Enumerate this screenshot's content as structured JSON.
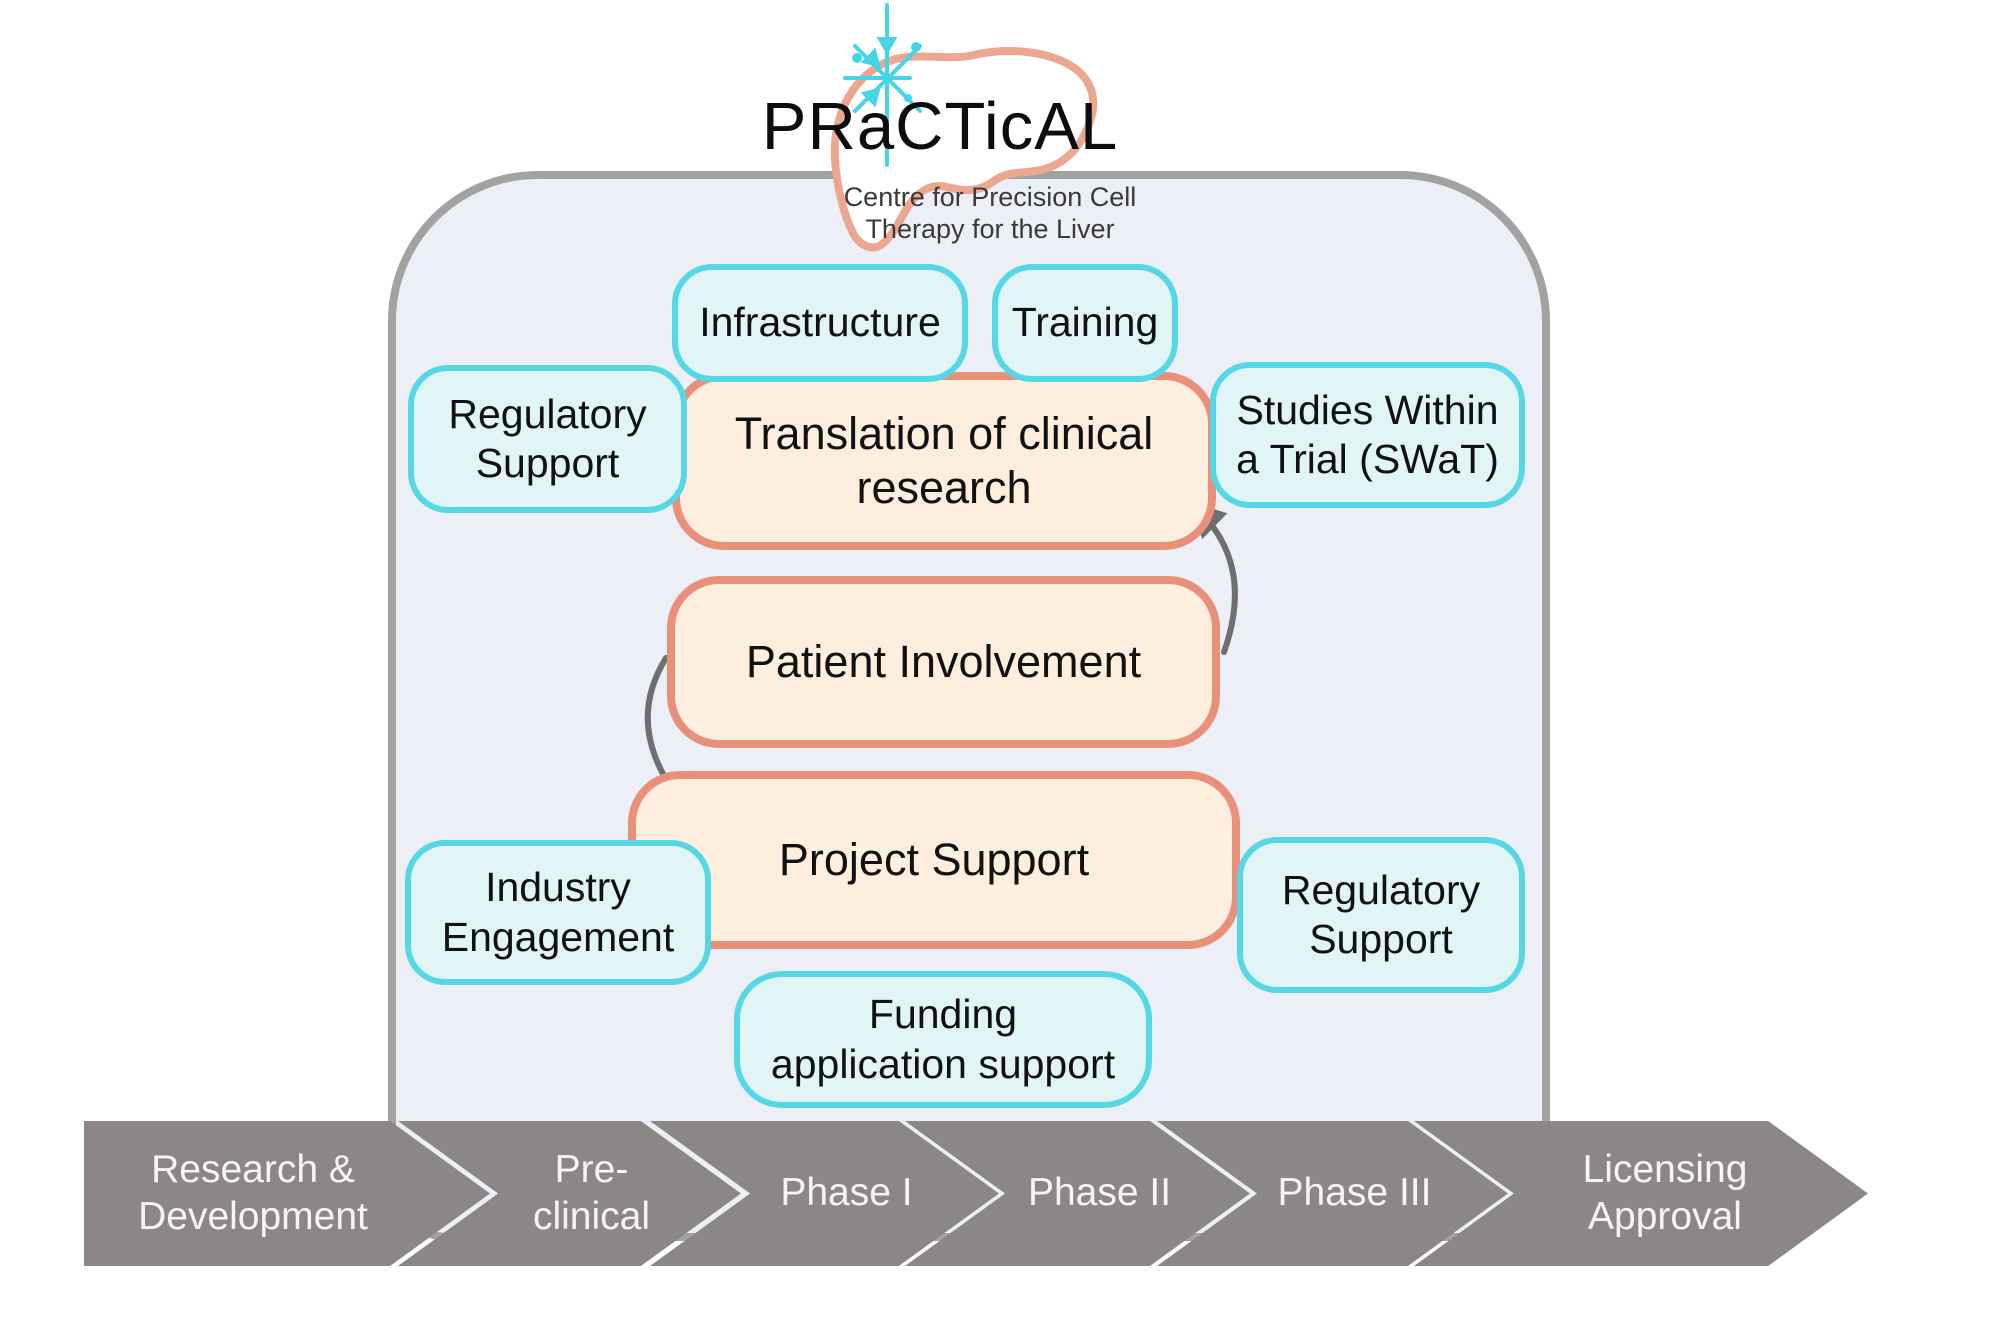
{
  "logo": {
    "title": "PRaCTicAL",
    "subtitle": "Centre for Precision Cell\nTherapy for the Liver",
    "icons": [
      "liver-outline-icon",
      "sparkle-star-icon"
    ]
  },
  "diagram": {
    "infrastructure": {
      "label": "Infrastructure"
    },
    "training": {
      "label": "Training"
    },
    "regulatory_support_left": {
      "label": "Regulatory\nSupport"
    },
    "translation": {
      "label": "Translation of clinical\nresearch"
    },
    "swat": {
      "label": "Studies Within\na Trial (SWaT)"
    },
    "patient_involvement": {
      "label": "Patient Involvement"
    },
    "project_support": {
      "label": "Project Support"
    },
    "industry_engagement": {
      "label": "Industry\nEngagement"
    },
    "regulatory_support_right": {
      "label": "Regulatory\nSupport"
    },
    "funding": {
      "label": "Funding\napplication support"
    },
    "arrows": [
      {
        "from": "patient_involvement",
        "to": "translation"
      },
      {
        "from": "patient_involvement",
        "to": "project_support"
      }
    ]
  },
  "timeline": {
    "stages": [
      {
        "label": "Research &\nDevelopment"
      },
      {
        "label": "Pre-\nclinical"
      },
      {
        "label": "Phase I"
      },
      {
        "label": "Phase II"
      },
      {
        "label": "Phase III"
      },
      {
        "label": "Licensing\nApproval"
      }
    ]
  },
  "colors": {
    "panel_fill": "#edeff7",
    "panel_border": "#a2a2a2",
    "cyan_fill": "#e1f5f7",
    "cyan_border": "#55d7e6",
    "orange_fill": "#fdeede",
    "orange_border": "#e9907a",
    "chevron_gray": "#8b8786",
    "arrow_gray": "#6f6f6f",
    "logo_salmon": "#eba78f",
    "logo_cyan": "#45d4e8"
  }
}
